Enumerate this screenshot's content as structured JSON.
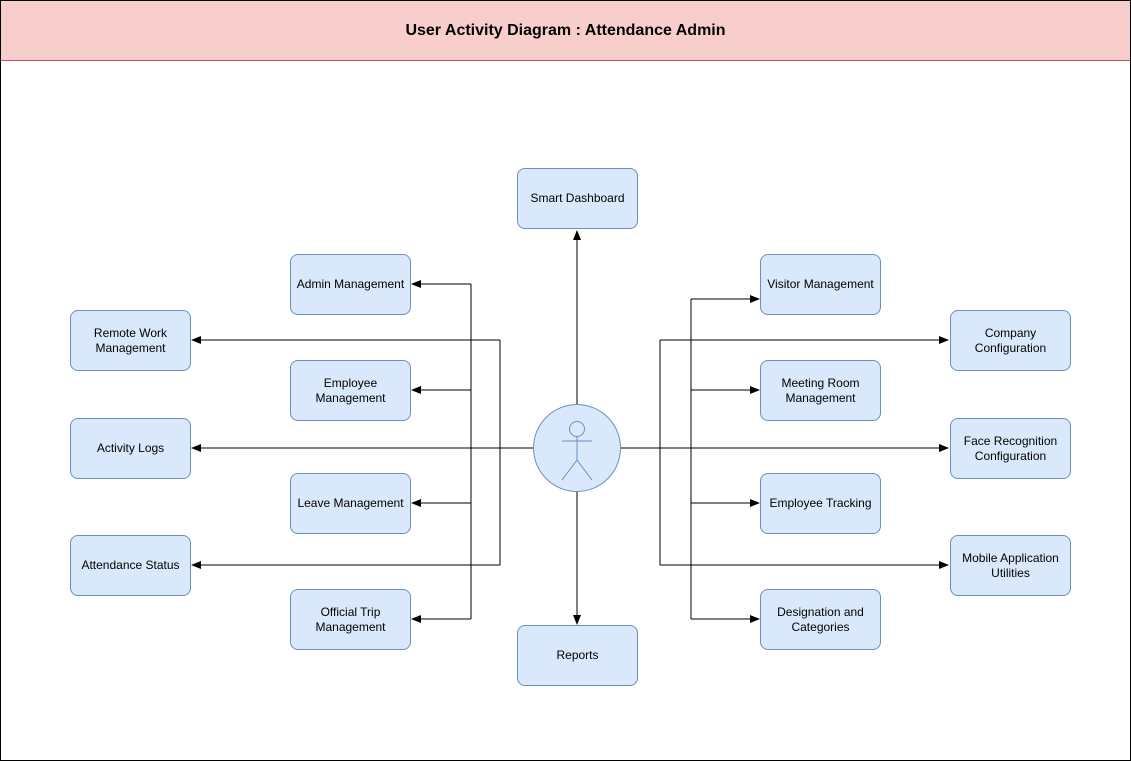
{
  "title": "User Activity Diagram : Attendance Admin",
  "colors": {
    "title_fill": "#f8cecc",
    "title_border": "#b85450",
    "node_fill": "#dae8fc",
    "node_border": "#6c8ebf",
    "connector": "#000000"
  },
  "central_actor": {
    "icon": "stick-figure-actor-icon"
  },
  "nodes": {
    "smart_dashboard": "Smart Dashboard",
    "reports": "Reports",
    "admin_management": "Admin Management",
    "employee_management": "Employee\nManagement",
    "leave_management": "Leave Management",
    "official_trip_management": "Official Trip\nManagement",
    "remote_work_management": "Remote Work\nManagement",
    "activity_logs": "Activity Logs",
    "attendance_status": "Attendance Status",
    "visitor_management": "Visitor Management",
    "meeting_room_management": "Meeting Room\nManagement",
    "employee_tracking": "Employee Tracking",
    "designation_and_categories": "Designation and\nCategories",
    "company_configuration": "Company\nConfiguration",
    "face_recognition_configuration": "Face Recognition\nConfiguration",
    "mobile_application_utilities": "Mobile Application\nUtilities"
  }
}
